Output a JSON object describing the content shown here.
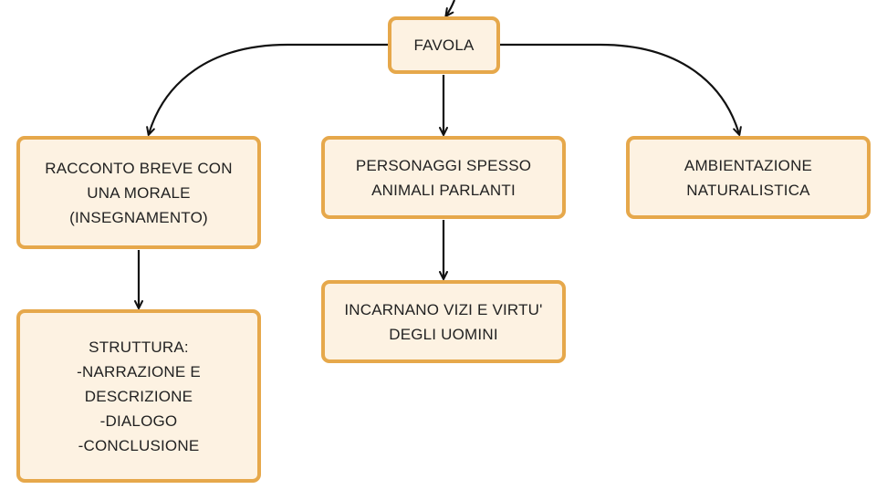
{
  "colors": {
    "node_fill": "#fdf2e2",
    "node_border": "#e6a84b",
    "connector": "#111111",
    "text": "#222222"
  },
  "nodes": {
    "favola": {
      "lines": [
        "FAVOLA"
      ]
    },
    "racconto": {
      "lines": [
        "RACCONTO BREVE CON",
        "UNA MORALE",
        "(INSEGNAMENTO)"
      ]
    },
    "personaggi": {
      "lines": [
        "PERSONAGGI SPESSO",
        "ANIMALI PARLANTI"
      ]
    },
    "ambientazione": {
      "lines": [
        "AMBIENTAZIONE",
        "NATURALISTICA"
      ]
    },
    "incarnano": {
      "lines": [
        "INCARNANO VIZI E VIRTU'",
        "DEGLI UOMINI"
      ]
    },
    "struttura": {
      "lines": [
        "STRUTTURA:",
        "-NARRAZIONE E",
        "DESCRIZIONE",
        "-DIALOGO",
        "-CONCLUSIONE"
      ]
    }
  }
}
